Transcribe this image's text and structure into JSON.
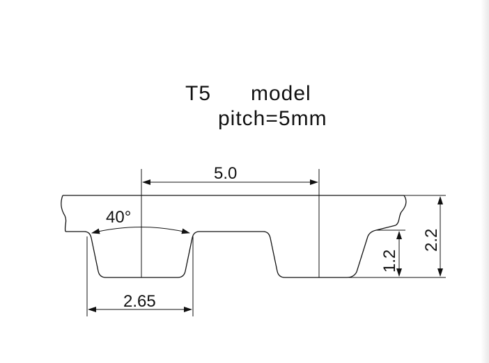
{
  "heading": {
    "model": "T5",
    "model_word": "model",
    "pitch": "pitch=5mm"
  },
  "dimensions": {
    "pitch": "5.0",
    "tooth_angle": "40°",
    "tooth_width": "2.65",
    "tooth_height": "1.2",
    "belt_height": "2.2"
  }
}
